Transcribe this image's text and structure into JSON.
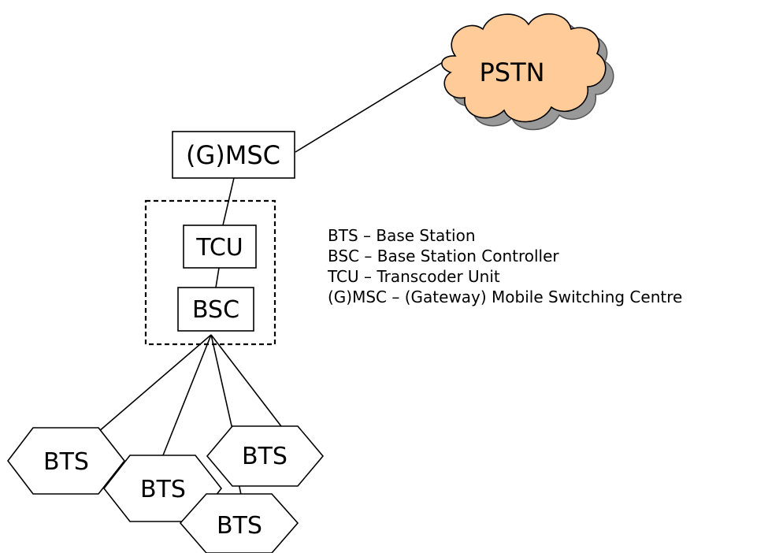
{
  "nodes": {
    "pstn": "PSTN",
    "gmsc": "(G)MSC",
    "tcu": "TCU",
    "bsc": "BSC",
    "bts": [
      "BTS",
      "BTS",
      "BTS",
      "BTS"
    ]
  },
  "legend": [
    "BTS – Base Station",
    "BSC – Base Station Controller",
    "TCU – Transcoder Unit",
    "(G)MSC – (Gateway) Mobile Switching Centre"
  ],
  "colors": {
    "cloud_fill": "#FFCC99",
    "cloud_shadow": "#999999",
    "stroke": "#000000"
  }
}
